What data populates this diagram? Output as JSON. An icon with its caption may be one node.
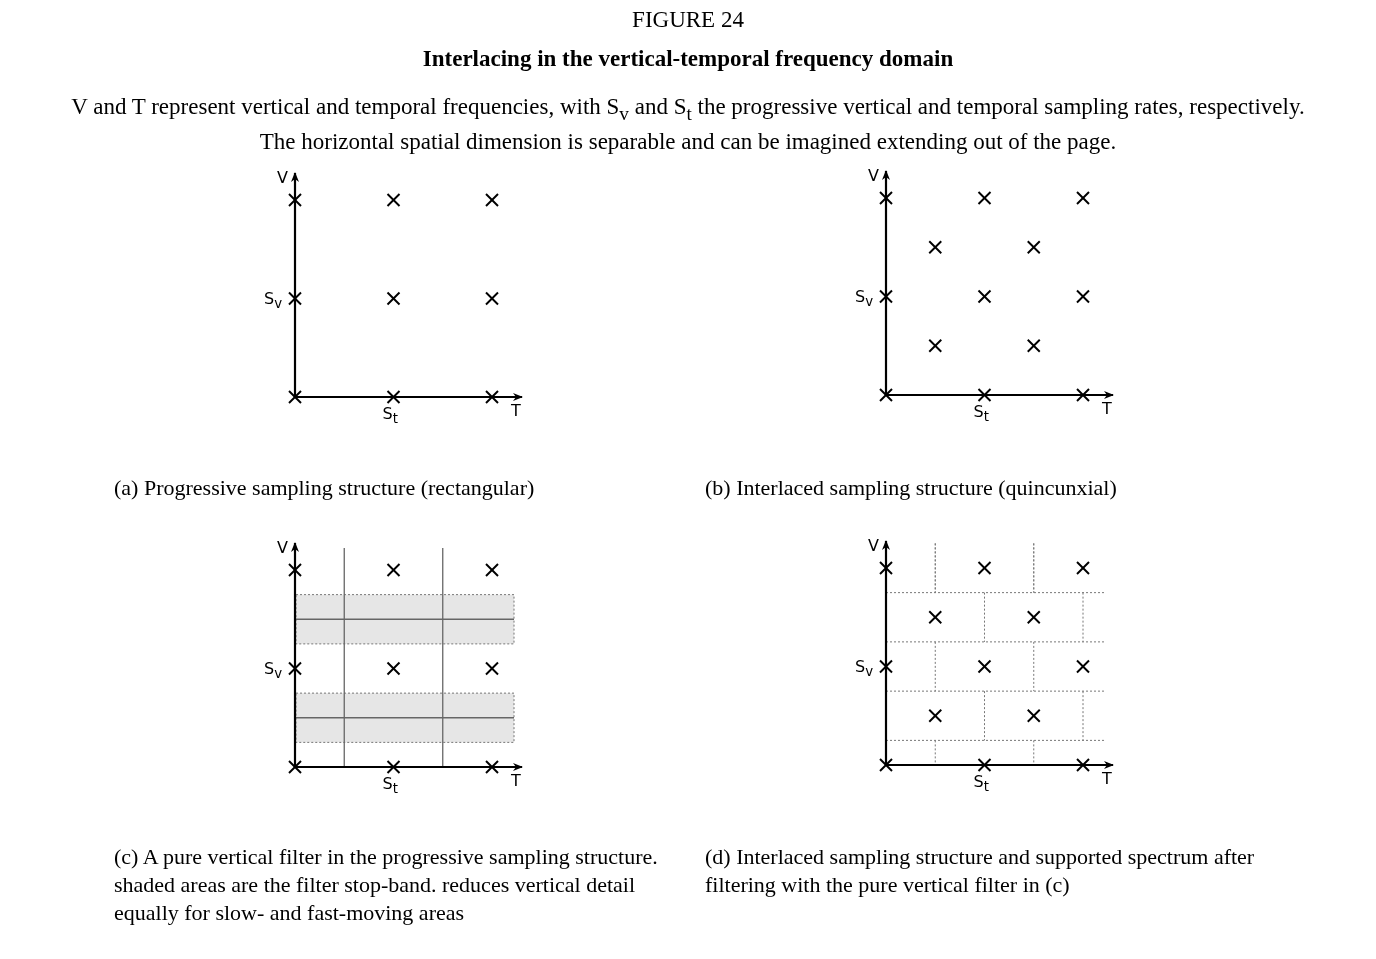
{
  "diagram": {
    "title": "Interlacing in the vertical-temporal frequency domain",
    "caption": "V and T represent vertical and temporal frequencies, with S$_{v}$ and S$_{t}$ the progressive vertical and temporal sampling rates, respectively. The horizontal spatial dimension is separable and can be imagined extending out of the page.",
    "labels": [
      "FIGURE 24",
      "V",
      "S$_{v}$",
      "S$_{t}$",
      "T",
      "(a) Progressive sampling structure (rectangular)",
      "V",
      "S$_{v}$",
      "S$_{t}$",
      "T",
      "(b) Interlaced sampling structure (quincunxial)",
      "V",
      "S$_{v}$",
      "S$_{t}$",
      "T",
      "(c) A pure vertical filter in the progressive sampling structure. shaded areas are the filter stop-band. reduces vertical detail equally for slow- and fast-moving areas",
      "V",
      "S$_{v}$",
      "S$_{t}$",
      "T",
      "(d) Interlaced sampling structure and supported spectrum after filtering with the pure vertical filter in (c)"
    ]
  }
}
